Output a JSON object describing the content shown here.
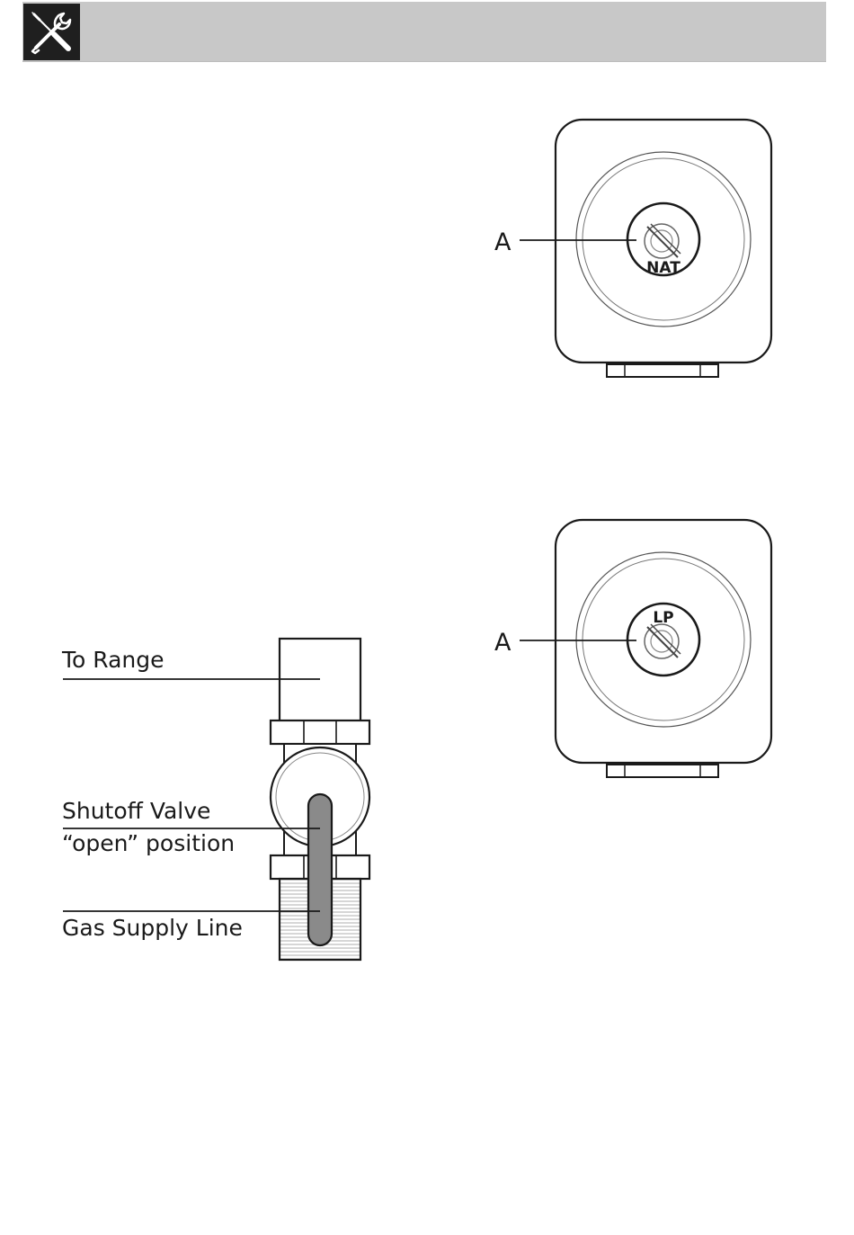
{
  "header": {
    "icon": "screwdriver-wrench-icon",
    "bar_color": "#c8c8c8"
  },
  "figures": {
    "nat_orifice": {
      "callout": "A",
      "knob_label": "NAT"
    },
    "lp_orifice": {
      "callout": "A",
      "knob_label": "LP"
    },
    "shutoff_valve": {
      "label_to_range": "To Range",
      "label_valve_line1": "Shutoff Valve",
      "label_valve_line2": "“open” position",
      "label_gas_line": "Gas Supply Line",
      "handle_color": "#8a8a8a"
    }
  }
}
